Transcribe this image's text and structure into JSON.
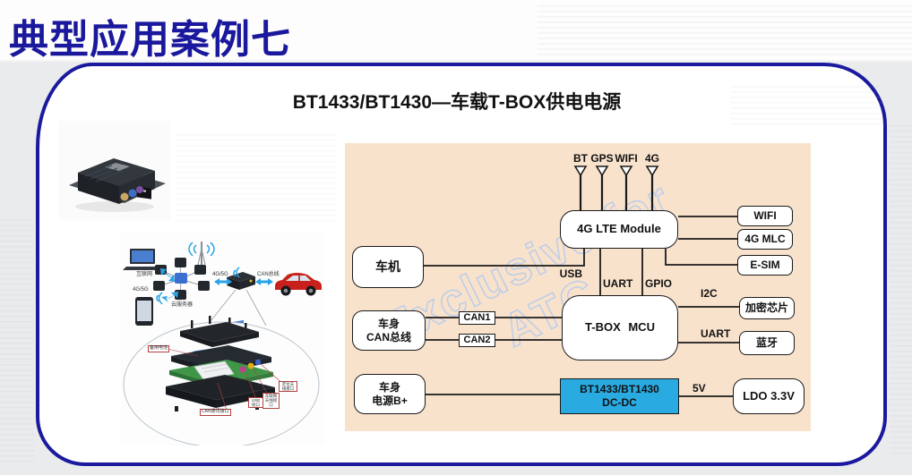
{
  "slide": {
    "title": "典型应用案例七",
    "subtitle": "BT1433/BT1430—车载T-BOX供电电源",
    "watermark": "Exclusive for ATC"
  },
  "colors": {
    "title_navy": "#1a189c",
    "panel_border": "#1a1a9e",
    "diagram_bg": "#f8e2cc",
    "dcdc_blue": "#29abe2",
    "watermark_blue": "#bccde9",
    "wire": "#1a1a1a"
  },
  "antennas": [
    "BT",
    "GPS",
    "WIFI",
    "4G"
  ],
  "boxes": {
    "lte": "4G LTE Module",
    "wifi": "WIFI",
    "mlc": "4G MLC",
    "esim": "E-SIM",
    "head_unit": "车机",
    "mcu": "T-BOX MCU",
    "can_bus": [
      "车身",
      "CAN总线"
    ],
    "can1": "CAN1",
    "can2": "CAN2",
    "crypto": "加密芯片",
    "bluetooth": "蓝牙",
    "power": [
      "车身",
      "电源B+"
    ],
    "dcdc": [
      "BT1433/BT1430",
      "DC-DC"
    ],
    "ldo": "LDO 3.3V"
  },
  "bus_labels": {
    "usb": "USB",
    "uart_left": "UART",
    "gpio": "GPIO",
    "i2c": "I2C",
    "uart_right": "UART",
    "v5": "5V"
  },
  "system_image": {
    "internet": "互联网",
    "cloud": "云服务器",
    "g4g5_a": "4G/5G",
    "g4g5_b": "4G/5G",
    "can": "CAN总线",
    "battery": "备用电池",
    "can_port": "CAN通讯接口",
    "usb_port": "USB接口",
    "iov_antenna": "车联网天线接口",
    "gps_antenna": "定位天线接口"
  }
}
